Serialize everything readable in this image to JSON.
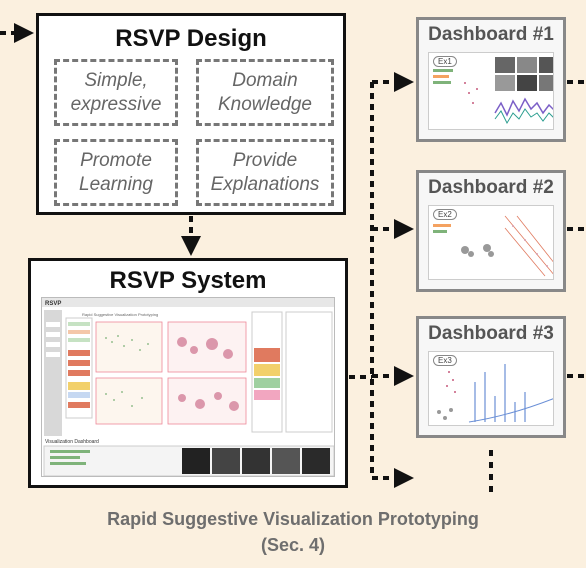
{
  "design": {
    "title": "RSVP Design",
    "principles": [
      "Simple,\nexpressive",
      "Domain\nKnowledge",
      "Promote\nLearning",
      "Provide\nExplanations"
    ]
  },
  "system": {
    "title": "RSVP System",
    "app_name": "RSVP",
    "app_subtitle": "Rapid Suggestive Visualization Prototyping",
    "dashboard_label": "Visualization Dashboard"
  },
  "dashboards": [
    {
      "title": "Dashboard #1",
      "badge": "Ex1"
    },
    {
      "title": "Dashboard #2",
      "badge": "Ex2"
    },
    {
      "title": "Dashboard #3",
      "badge": "Ex3"
    }
  ],
  "more_marker": "⋮",
  "caption": {
    "line1": "Rapid Suggestive Visualization Prototyping",
    "line2": "(Sec. 4)"
  }
}
